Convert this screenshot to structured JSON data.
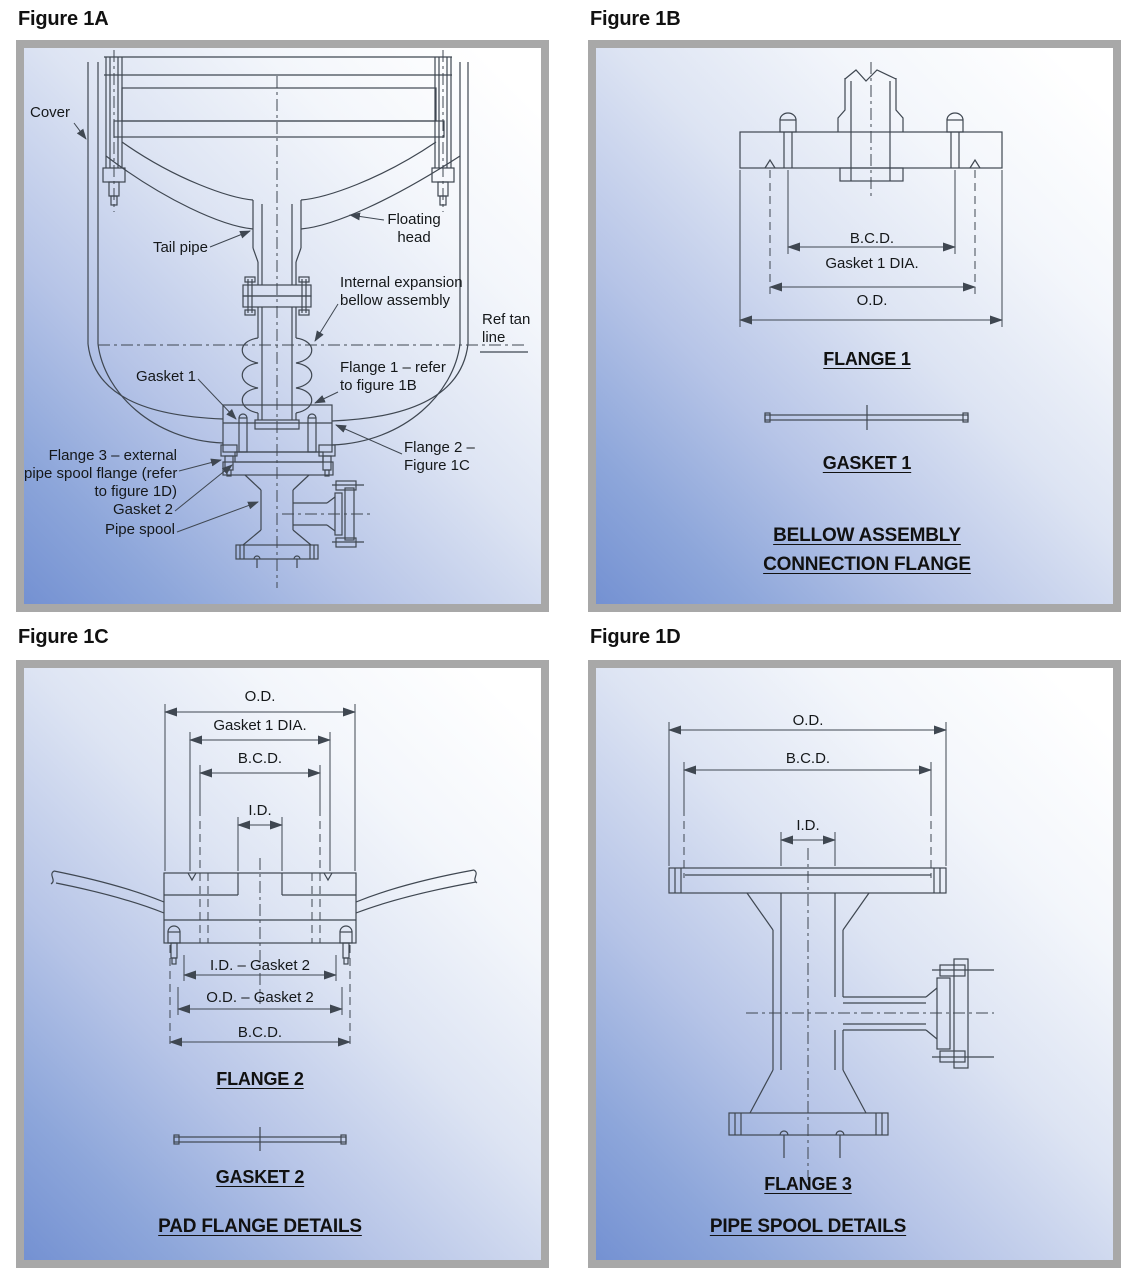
{
  "page": {
    "background": "#ffffff"
  },
  "colors": {
    "panel_border": "#a8a8a8",
    "gradient_deep": "#7491d2",
    "gradient_light": "#ffffff",
    "line": "#3f4751",
    "text": "#15181a"
  },
  "figures": {
    "a": {
      "title": "Figure 1A",
      "labels": {
        "cover": "Cover",
        "tail_pipe": "Tail pipe",
        "floating_head_l1": "Floating",
        "floating_head_l2": "head",
        "bellow_l1": "Internal expansion",
        "bellow_l2": "bellow assembly",
        "ref_tan_l1": "Ref tan",
        "ref_tan_l2": "line",
        "gasket1": "Gasket 1",
        "flange1_l1": "Flange 1 – refer",
        "flange1_l2": "to figure 1B",
        "flange2_l1": "Flange 2 –",
        "flange2_l2": "Figure 1C",
        "flange3_l1": "Flange 3 – external",
        "flange3_l2": "pipe spool flange (refer",
        "flange3_l3": "to figure 1D)",
        "gasket2": "Gasket 2",
        "pipe_spool": "Pipe spool"
      }
    },
    "b": {
      "title": "Figure 1B",
      "dims": {
        "bcd": "B.C.D.",
        "gasket_dia": "Gasket 1 DIA.",
        "od": "O.D."
      },
      "captions": {
        "flange": "FLANGE 1",
        "gasket": "GASKET 1",
        "footer_l1": "BELLOW ASSEMBLY",
        "footer_l2": "CONNECTION FLANGE"
      }
    },
    "c": {
      "title": "Figure 1C",
      "dims_top": {
        "od": "O.D.",
        "gasket_dia": "Gasket 1 DIA.",
        "bcd": "B.C.D.",
        "id": "I.D."
      },
      "dims_bottom": {
        "id_gasket2": "I.D. – Gasket 2",
        "od_gasket2": "O.D. – Gasket 2",
        "bcd": "B.C.D."
      },
      "captions": {
        "flange": "FLANGE 2",
        "gasket": "GASKET 2",
        "footer": "PAD FLANGE DETAILS"
      }
    },
    "d": {
      "title": "Figure 1D",
      "dims": {
        "od": "O.D.",
        "bcd": "B.C.D.",
        "id": "I.D."
      },
      "captions": {
        "flange": "FLANGE 3",
        "footer": "PIPE SPOOL DETAILS"
      }
    }
  }
}
